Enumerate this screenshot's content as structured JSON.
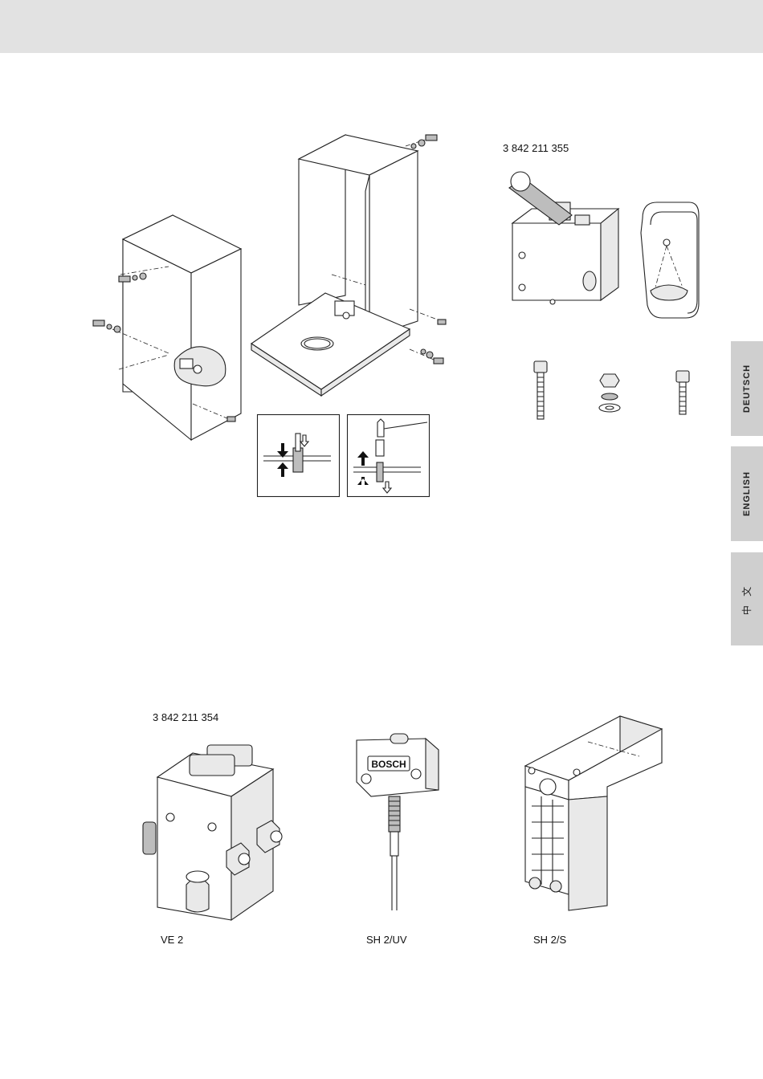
{
  "side_tabs": [
    {
      "label": "DEUTSCH"
    },
    {
      "label": "ENGLISH"
    },
    {
      "label": "中 文"
    }
  ],
  "figures": {
    "top_right_part_number": "3 842 211 355",
    "bottom_left_part_number": "3 842 211 354",
    "captions": {
      "ve2": "VE 2",
      "sh2uv": "SH 2/UV",
      "sh2s": "SH 2/S"
    },
    "sensor_brand": "BOSCH"
  }
}
